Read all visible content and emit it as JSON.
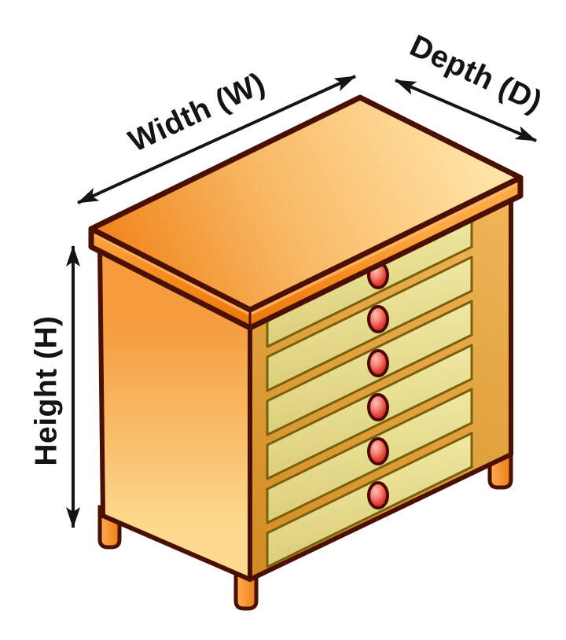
{
  "figure": {
    "title": "Furniture dimensions diagram",
    "subject": "chest-of-drawers",
    "labels": {
      "width": "Width (W)",
      "depth": "Depth (D)",
      "height": "Height (H)"
    },
    "drawers": {
      "count": 6,
      "knobs": 6
    },
    "colors": {
      "ink": "#141414",
      "outline": "#4a1003",
      "wood_light": "#ffe2a0",
      "wood_orange": "#f28a1e",
      "drawer_front": "#ece28f",
      "knob_red": "#d22c28",
      "leg_orange": "#f5871c",
      "background": "#ffffff"
    }
  }
}
